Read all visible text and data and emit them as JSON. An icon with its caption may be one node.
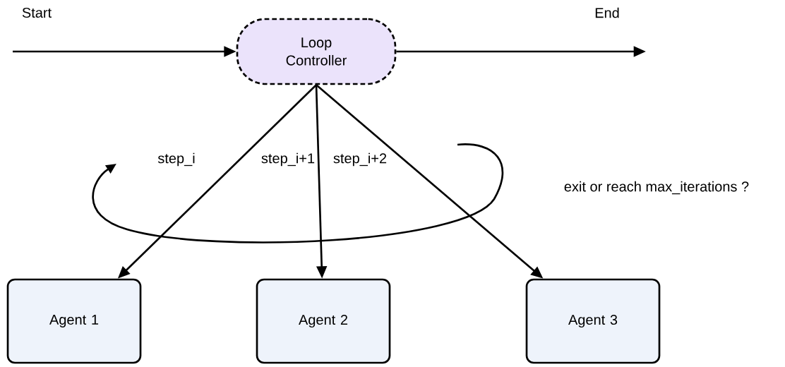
{
  "diagram": {
    "nodes": [
      {
        "text": [
          "Loop Controller"
        ]
      },
      {
        "text": [
          "Agent 1"
        ]
      },
      {
        "text": [
          "Agent 2"
        ]
      },
      {
        "text": [
          "Agent 3"
        ]
      }
    ],
    "edges": [
      {
        "from": null,
        "to": 0,
        "arrow": "to",
        "label": "Start"
      },
      {
        "from": 0,
        "to": null,
        "arrow": "to",
        "label": "End"
      },
      {
        "from": 0,
        "to": 1,
        "arrow": "to",
        "label": "step_i"
      },
      {
        "from": 0,
        "to": 2,
        "arrow": "to",
        "label": "step_i+1"
      },
      {
        "from": 0,
        "to": 3,
        "arrow": "to",
        "label": "step_i+2"
      }
    ],
    "labels": [
      "exit or reach max_iterations ?"
    ]
  }
}
